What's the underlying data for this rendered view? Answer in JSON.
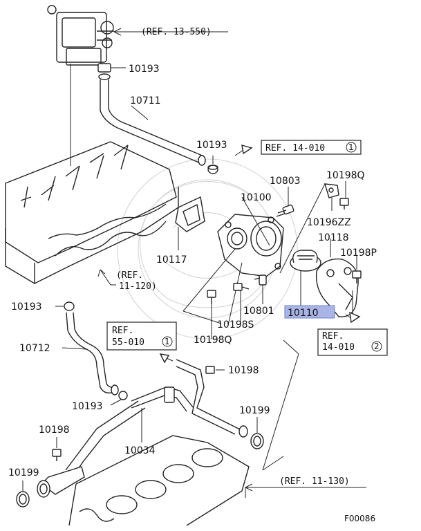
{
  "diagram": {
    "figure_id": "F00086",
    "highlight_color": "#aab4e6",
    "part_labels": [
      {
        "id": "p10193a",
        "text": "10193"
      },
      {
        "id": "p10711",
        "text": "10711"
      },
      {
        "id": "p10193b",
        "text": "10193"
      },
      {
        "id": "p10803",
        "text": "10803"
      },
      {
        "id": "p10198q1",
        "text": "10198Q"
      },
      {
        "id": "p10100",
        "text": "10100"
      },
      {
        "id": "p10196zz",
        "text": "10196ZZ"
      },
      {
        "id": "p10118",
        "text": "10118"
      },
      {
        "id": "p10198p",
        "text": "10198P"
      },
      {
        "id": "p10117",
        "text": "10117"
      },
      {
        "id": "p10801",
        "text": "10801"
      },
      {
        "id": "p10110",
        "text": "10110"
      },
      {
        "id": "p10198s",
        "text": "10198S"
      },
      {
        "id": "p10193c",
        "text": "10193"
      },
      {
        "id": "p10198q2",
        "text": "10198Q"
      },
      {
        "id": "p10712",
        "text": "10712"
      },
      {
        "id": "p10198a",
        "text": "10198"
      },
      {
        "id": "p10193d",
        "text": "10193"
      },
      {
        "id": "p10199a",
        "text": "10199"
      },
      {
        "id": "p10198b",
        "text": "10198"
      },
      {
        "id": "p10034",
        "text": "10034"
      },
      {
        "id": "p10199b",
        "text": "10199"
      }
    ],
    "references": {
      "ref_13_550": "(REF. 13-550)",
      "ref_14_010_1": "REF. 14-010",
      "ref_14_010_1_num": "1",
      "ref_11_120_a": "(REF.",
      "ref_11_120_b": "11-120)",
      "ref_55_010_a": "REF.",
      "ref_55_010_b": "55-010",
      "ref_55_010_num": "1",
      "ref_14_010_2_a": "REF.",
      "ref_14_010_2_b": "14-010",
      "ref_14_010_2_num": "2",
      "ref_11_130": "(REF. 11-130)"
    }
  }
}
